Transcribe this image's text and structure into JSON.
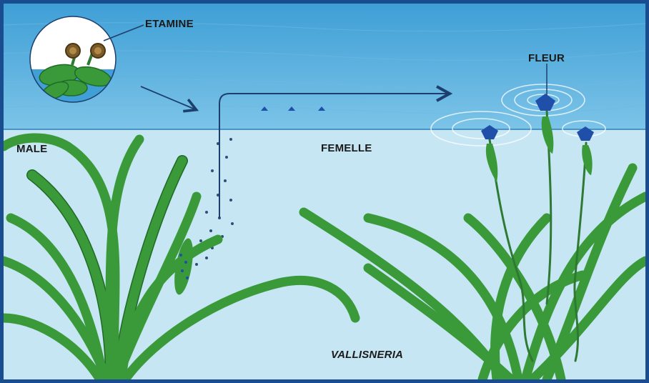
{
  "labels": {
    "etamine": "ETAMINE",
    "fleur": "FLEUR",
    "male": "MALE",
    "femelle": "FEMELLE",
    "species": "VALLISNERIA"
  },
  "colors": {
    "border": "#1a4d8f",
    "surface_water": "#4aa6d8",
    "deep_water": "#c6e6f4",
    "leaf": "#3a9a3a",
    "leaf_dark": "#1f6a25",
    "flower": "#1f4fa8",
    "arrow": "#1c3f6e"
  },
  "icons": {
    "inset": "stamen-closeup-icon",
    "arrow": "pollen-drift-arrow-icon"
  }
}
